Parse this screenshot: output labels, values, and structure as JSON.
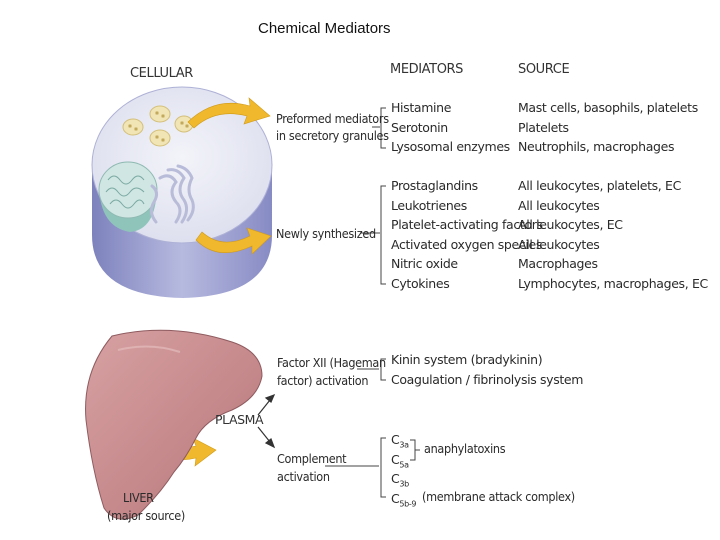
{
  "title": "Chemical Mediators",
  "cellular": {
    "label": "CELLULAR",
    "headers": {
      "mediators": "MEDIATORS",
      "source": "SOURCE"
    },
    "preformed": {
      "label_line1": "Preformed mediators",
      "label_line2": "in secretory granules",
      "mediators": [
        "Histamine",
        "Serotonin",
        "Lysosomal enzymes"
      ],
      "sources": [
        "Mast cells, basophils, platelets",
        "Platelets",
        "Neutrophils, macrophages"
      ]
    },
    "synthesized": {
      "label": "Newly synthesized",
      "mediators": [
        "Prostaglandins",
        "Leukotrienes",
        "Platelet-activating factors",
        "Activated oxygen species",
        "Nitric oxide",
        "Cytokines"
      ],
      "sources": [
        "All leukocytes, platelets, EC",
        "All leukocytes",
        "All leukocytes, EC",
        "All leukocytes",
        "Macrophages",
        "Lymphocytes, macrophages, EC"
      ]
    }
  },
  "plasma": {
    "label": "PLASMA",
    "liver_line1": "LIVER",
    "liver_line2": "(major source)",
    "factor": {
      "label_line1": "Factor XII (Hageman",
      "label_line2": "factor) activation",
      "items": [
        "Kinin system (bradykinin)",
        "Coagulation / fibrinolysis system"
      ]
    },
    "complement": {
      "label_line1": "Complement",
      "label_line2": "activation",
      "items": [
        {
          "base": "C",
          "sub": "3a"
        },
        {
          "base": "C",
          "sub": "5a"
        },
        {
          "base": "C",
          "sub": "3b"
        },
        {
          "base": "C",
          "sub": "5b-9"
        }
      ],
      "anaphylatoxins": "anaphylatoxins",
      "mac": "(membrane attack complex)"
    }
  },
  "colors": {
    "cell_top": "#e6e7f2",
    "cell_side": "#9fa3cf",
    "liver": "#c78c8f",
    "arrow": "#f0b82c",
    "nucleus": "#a8d3cc"
  }
}
